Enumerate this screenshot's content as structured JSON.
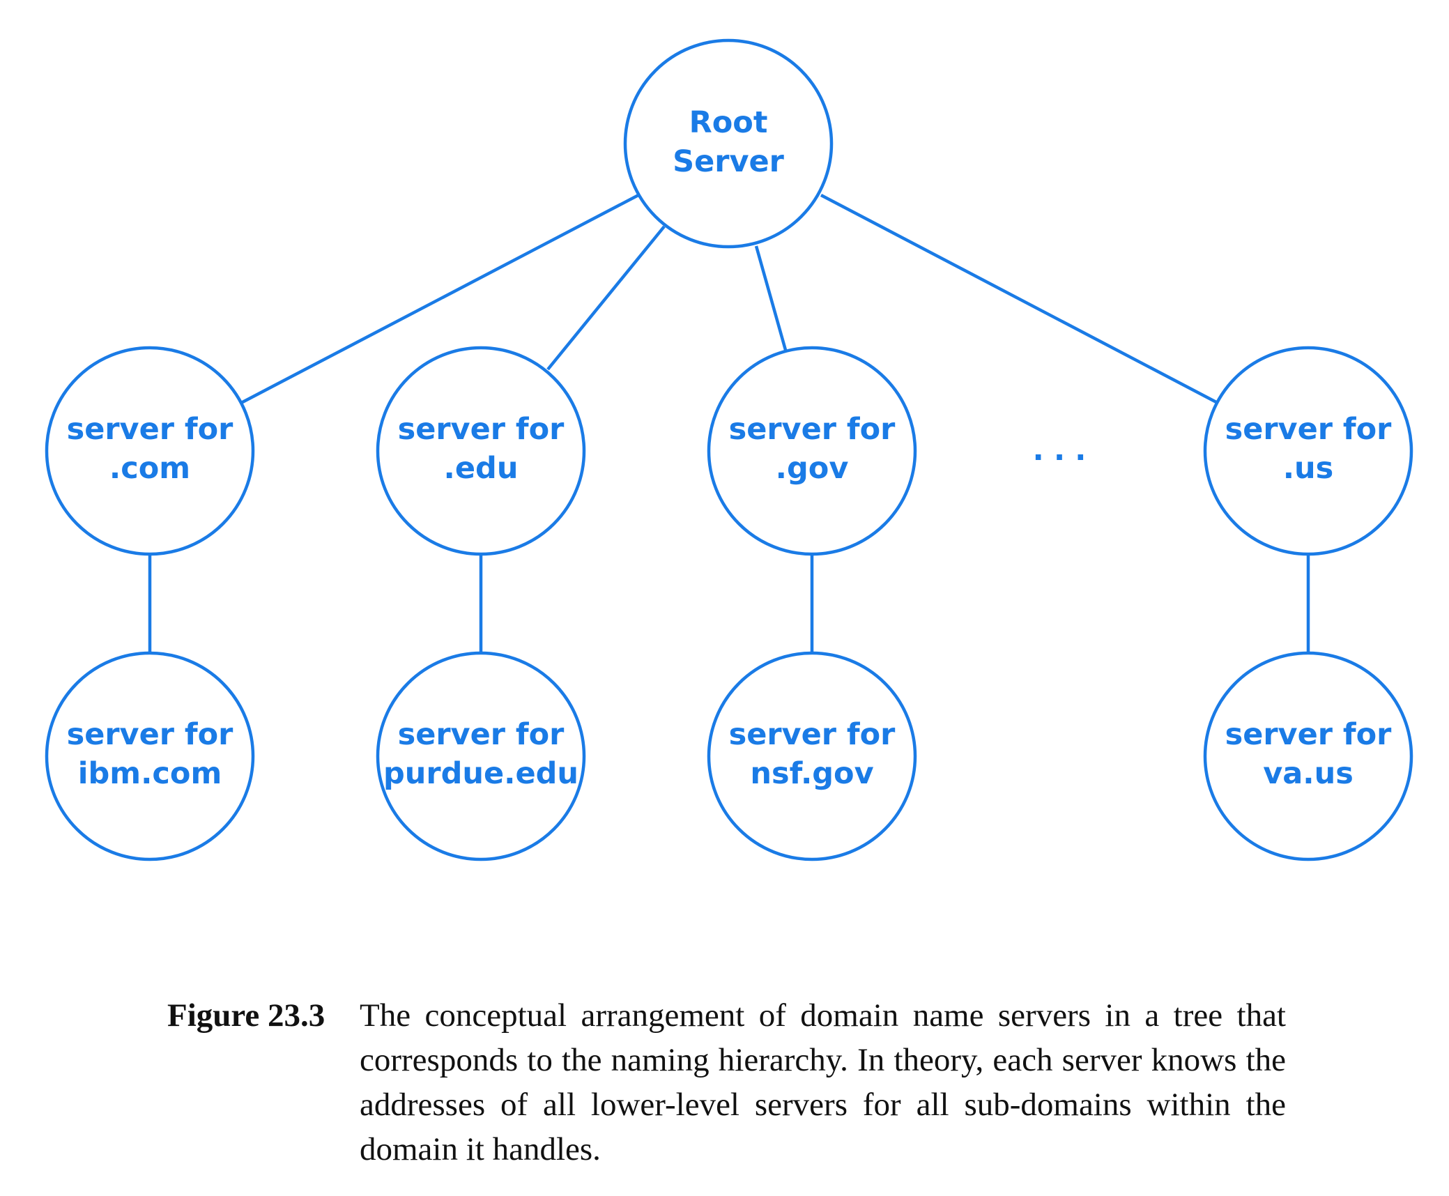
{
  "diagram": {
    "root": {
      "line1": "Root",
      "line2": "Server"
    },
    "tld": [
      {
        "line1": "server for",
        "line2": ".com"
      },
      {
        "line1": "server for",
        "line2": ".edu"
      },
      {
        "line1": "server for",
        "line2": ".gov"
      },
      {
        "line1": "server for",
        "line2": ".us"
      }
    ],
    "ellipsis": "...",
    "leaves": [
      {
        "line1": "server for",
        "line2": "ibm.com"
      },
      {
        "line1": "server for",
        "line2": "purdue.edu"
      },
      {
        "line1": "server for",
        "line2": "nsf.gov"
      },
      {
        "line1": "server for",
        "line2": "va.us"
      }
    ],
    "color": "#1a7be6"
  },
  "caption": {
    "label": "Figure 23.3",
    "text": "The conceptual arrangement of domain name servers in a tree that corresponds to the naming hierarchy.  In theory, each server knows the addresses of all lower-level servers for all sub-domains within the domain it handles."
  }
}
